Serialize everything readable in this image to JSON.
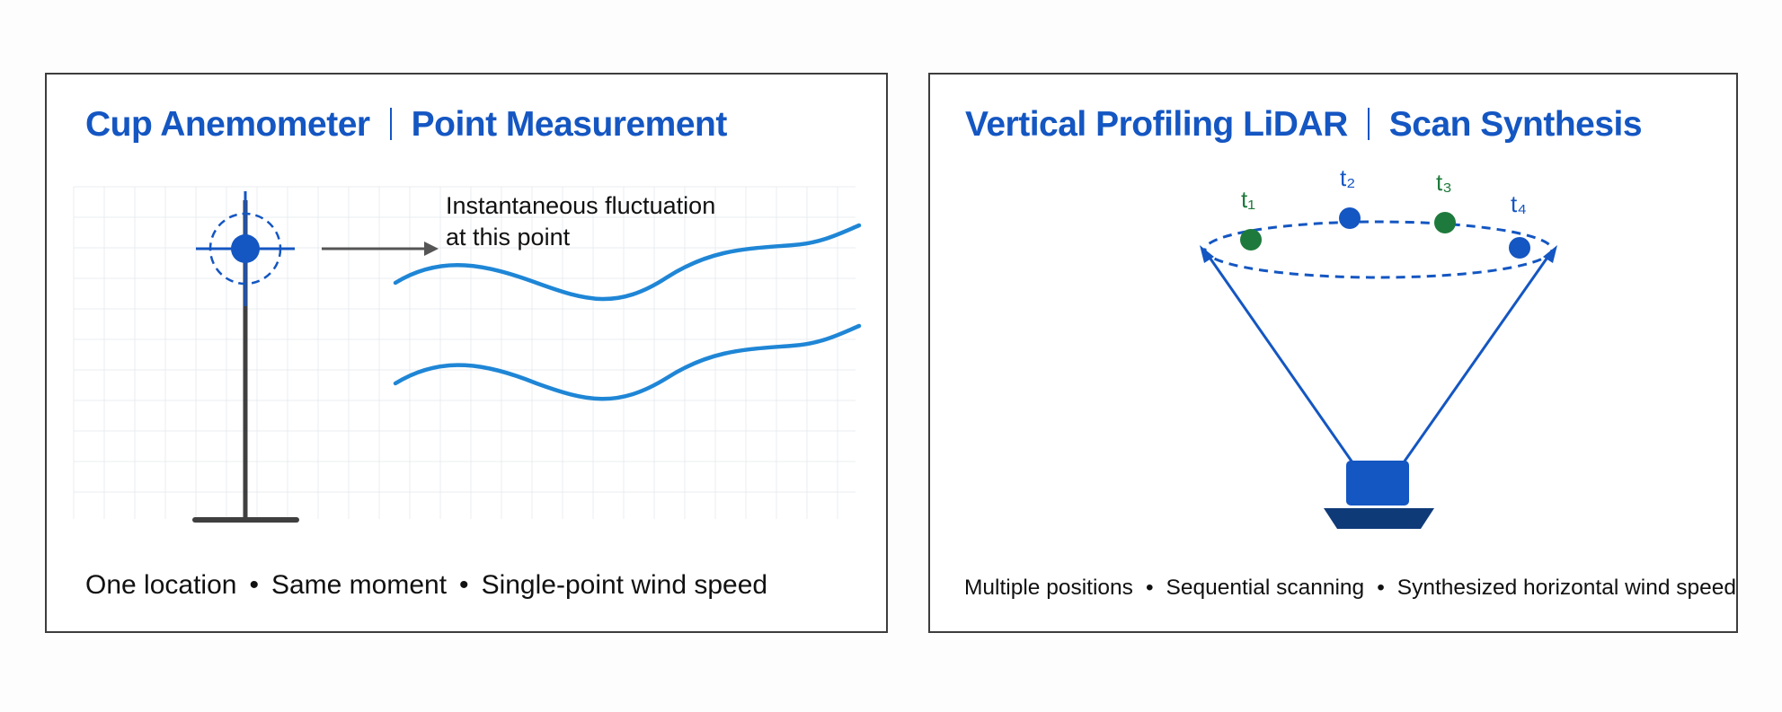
{
  "left_panel": {
    "title": {
      "part1": "Cup Anemometer",
      "part2": "Point Measurement"
    },
    "annotation": {
      "line1": "Instantaneous fluctuation",
      "line2": "at this point"
    },
    "caption": {
      "item1": "One location",
      "item2": "Same moment",
      "item3": "Single-point wind speed",
      "separator": "•"
    }
  },
  "right_panel": {
    "title": {
      "part1": "Vertical Profiling LiDAR",
      "part2": "Scan Synthesis"
    },
    "scan_points": [
      {
        "label": "t₁",
        "color": "#1e7a3c"
      },
      {
        "label": "t₂",
        "color": "#1456c2"
      },
      {
        "label": "t₃",
        "color": "#1e7a3c"
      },
      {
        "label": "t₄",
        "color": "#1456c2"
      }
    ],
    "caption": {
      "item1": "Multiple positions",
      "item2": "Sequential scanning",
      "item3": "Synthesized horizontal wind speed",
      "separator": "•"
    }
  },
  "colors": {
    "accent_blue": "#1456c2",
    "wave_blue": "#1f86d6",
    "scan_green": "#1e7a3c",
    "mast_gray": "#3f3f3f",
    "lidar_base": "#0f3a78"
  }
}
